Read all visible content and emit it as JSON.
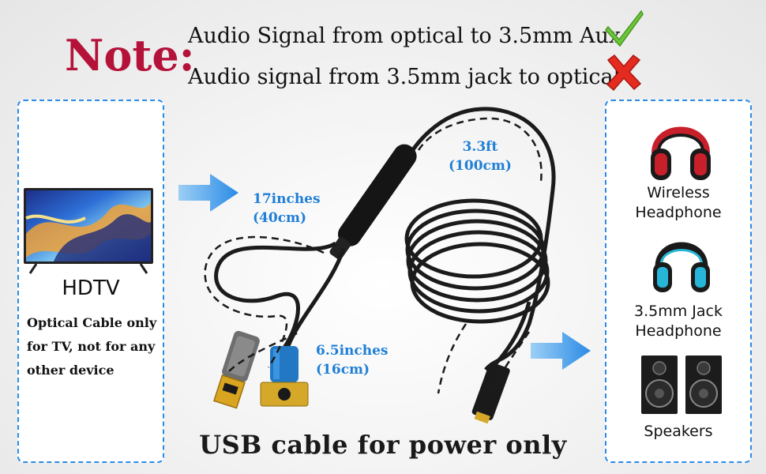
{
  "note": {
    "heading": "Note:",
    "lines": [
      {
        "text": "Audio Signal from optical to 3.5mm Aux",
        "status": "supported"
      },
      {
        "text": "Audio signal from 3.5mm jack to optical",
        "status": "not-supported"
      }
    ]
  },
  "left_panel": {
    "device_label": "HDTV",
    "description_lines": [
      "Optical Cable only",
      "for TV, not for any",
      "other device"
    ]
  },
  "dimensions": {
    "d1": [
      "17inches",
      "(40cm)"
    ],
    "d2": [
      "3.3ft",
      "(100cm)"
    ],
    "d3": [
      "6.5inches",
      "(16cm)"
    ]
  },
  "right_panel": {
    "devices": [
      {
        "label_lines": [
          "Wireless",
          "Headphone"
        ],
        "icon": "wireless-headphone-icon"
      },
      {
        "label_lines": [
          "3.5mm Jack",
          "Headphone"
        ],
        "icon": "wired-headphone-icon"
      },
      {
        "label_lines": [
          "Speakers"
        ],
        "icon": "speakers-icon"
      }
    ]
  },
  "footer": "USB cable for power only",
  "colors": {
    "note_heading": "#b5123a",
    "accent_blue": "#2b8be6",
    "check_green": "#6cc63a",
    "cross_red": "#e52b20"
  }
}
